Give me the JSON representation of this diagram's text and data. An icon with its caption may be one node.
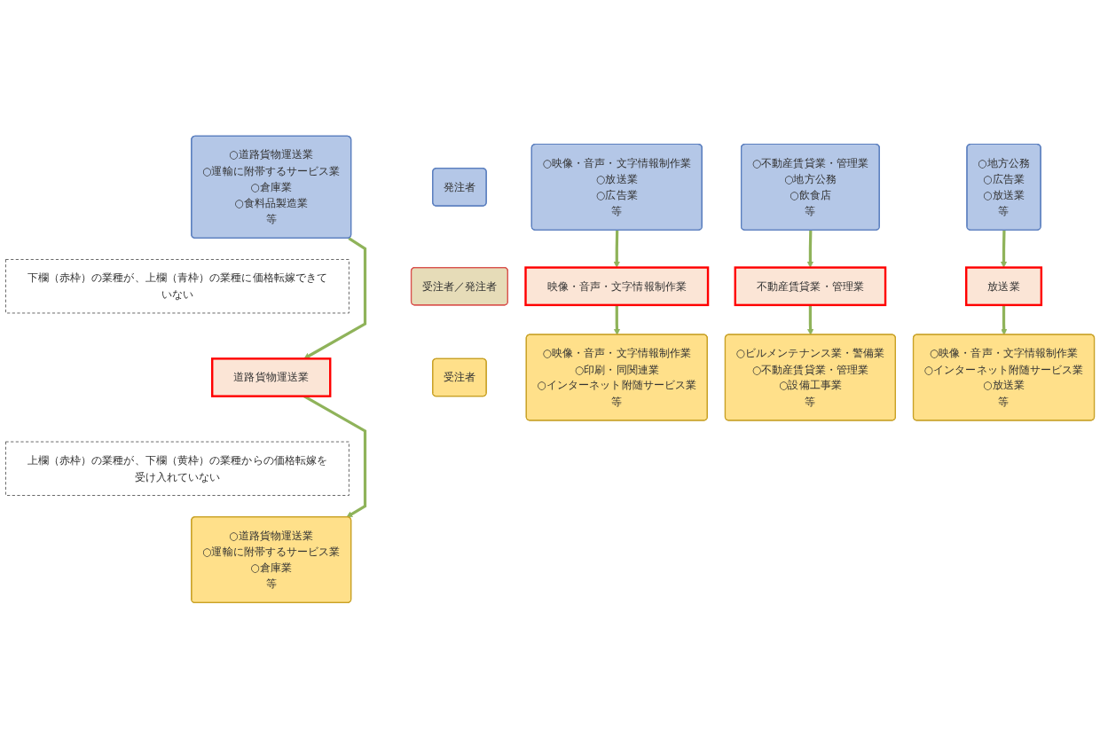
{
  "diagram": {
    "nodes": [
      {
        "text": [
          "発注者"
        ]
      },
      {
        "text": [
          "○道路貨物運送業",
          "○運輸に附帯するサービス業",
          "○倉庫業",
          "○食料品製造業",
          "等"
        ]
      },
      {
        "text": [
          "○映像・音声・文字情報制作業",
          "○放送業",
          "○広告業",
          "等"
        ]
      },
      {
        "text": [
          "○不動産賃貸業・管理業",
          "○地方公務",
          "○飲食店",
          "等"
        ]
      },
      {
        "text": [
          "○地方公務",
          "○広告業",
          "○放送業",
          "等"
        ]
      },
      {
        "text": [
          "下欄（赤枠）の業種が、上欄（青枠）の業種に価格転嫁できていない"
        ]
      },
      {
        "text": [
          "受注者／発注者"
        ]
      },
      {
        "text": [
          "道路貨物運送業"
        ]
      },
      {
        "text": [
          "映像・音声・文字情報制作業"
        ]
      },
      {
        "text": [
          "不動産賃貸業・管理業"
        ]
      },
      {
        "text": [
          "放送業"
        ]
      },
      {
        "text": [
          "上欄（赤枠）の業種が、下欄（黄枠）の業種からの価格転嫁を受け入れていない"
        ]
      },
      {
        "text": [
          "受注者"
        ]
      },
      {
        "text": [
          "○道路貨物運送業",
          "○運輸に附帯するサービス業",
          "○倉庫業",
          "等"
        ]
      },
      {
        "text": [
          "○映像・音声・文字情報制作業",
          "○印刷・同関連業",
          "○インターネット附随サービス業",
          "等"
        ]
      },
      {
        "text": [
          "○ビルメンテナンス業・警備業",
          "○不動産賃貸業・管理業",
          "○設備工事業",
          "等"
        ]
      },
      {
        "text": [
          "○映像・音声・文字情報制作業",
          "○インターネット附随サービス業",
          "○放送業",
          "等"
        ]
      }
    ],
    "edges": [
      {
        "from": 1,
        "to": 7,
        "arrow": "to"
      },
      {
        "from": 2,
        "to": 8,
        "arrow": "to"
      },
      {
        "from": 3,
        "to": 9,
        "arrow": "to"
      },
      {
        "from": 4,
        "to": 10,
        "arrow": "to"
      },
      {
        "from": 7,
        "to": 13,
        "arrow": "to"
      },
      {
        "from": 8,
        "to": 14,
        "arrow": "to"
      },
      {
        "from": 9,
        "to": 15,
        "arrow": "to"
      },
      {
        "from": 10,
        "to": 16,
        "arrow": "to"
      }
    ]
  }
}
